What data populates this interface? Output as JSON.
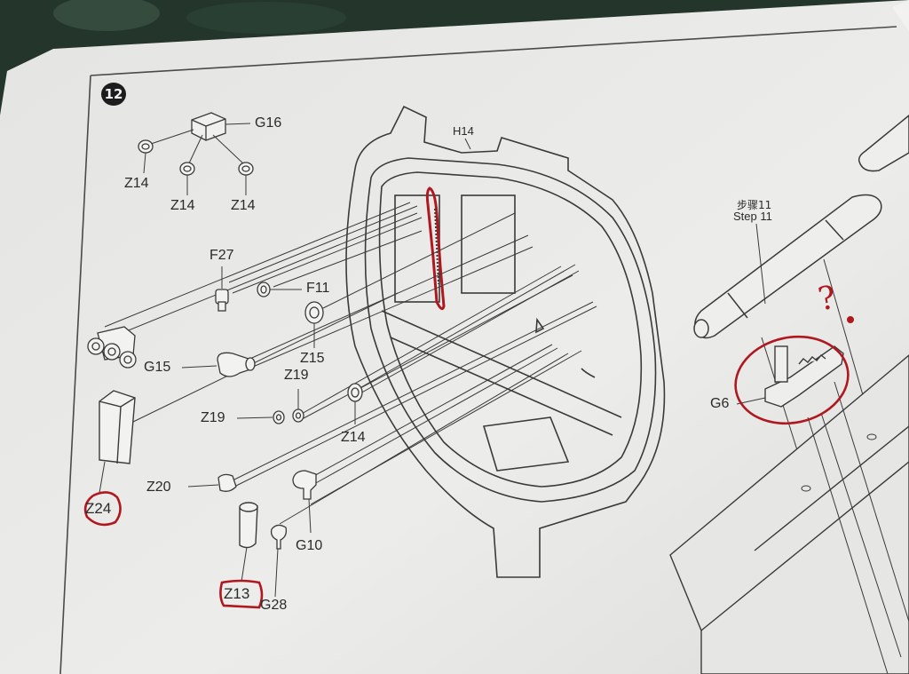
{
  "step_number": "12",
  "labels": {
    "G16": "G16",
    "Z14_a": "Z14",
    "Z14_b": "Z14",
    "Z14_c": "Z14",
    "H14": "H14",
    "F27": "F27",
    "F11": "F11",
    "G15": "G15",
    "Z15": "Z15",
    "Z19_a": "Z19",
    "Z19_b": "Z19",
    "Z14_d": "Z14",
    "Z20": "Z20",
    "G10": "G10",
    "G28": "G28",
    "Z24": "Z24",
    "Z13": "Z13",
    "G6": "G6",
    "step_ref_cn": "步骤11",
    "step_ref_en": "Step 11"
  },
  "annotations": {
    "question_mark": "?"
  },
  "colors": {
    "paper": "#e9e9e7",
    "ink": "#3a3a3a",
    "red_marker": "#b01820",
    "background": "#2a3a30"
  }
}
